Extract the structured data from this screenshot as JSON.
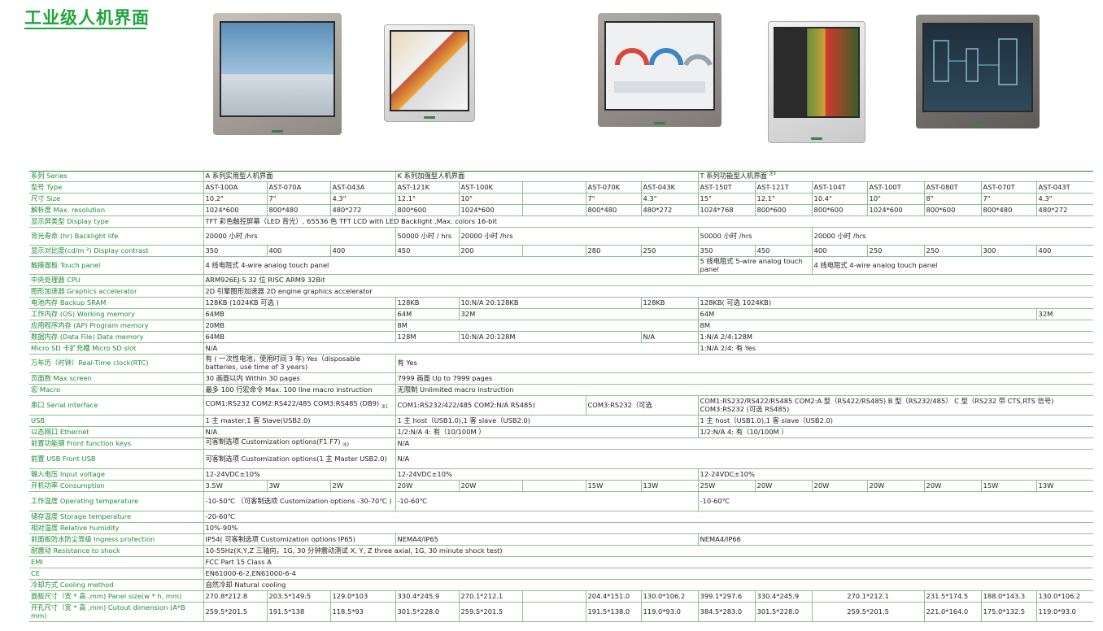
{
  "page_title": "工业级人机界面",
  "colors": {
    "accent": "#1ea43c",
    "label": "#1f8c35",
    "rule": "#8fbf8f"
  },
  "products": [
    {
      "name": "hmi-a-series-silver"
    },
    {
      "name": "hmi-k-series-white"
    },
    {
      "name": "hmi-k-series-gauges"
    },
    {
      "name": "hmi-t-series-white"
    },
    {
      "name": "hmi-t-series-dark"
    }
  ],
  "spec": {
    "series": {
      "label": "系列 Series",
      "a": "A 系列实用型人机界面",
      "k": "K 系列加强型人机界面",
      "t": "T 系列功能型人机界面",
      "t_note": "注3"
    },
    "type": {
      "label": "型号 Type",
      "vals": [
        "AST-100A",
        "AST-070A",
        "AST-043A",
        "AST-121K",
        "AST-100K",
        "",
        "AST-070K",
        "AST-043K",
        "AST-150T",
        "AST-121T",
        "AST-104T",
        "AST-100T",
        "AST-080T",
        "AST-070T",
        "AST-043T"
      ]
    },
    "size": {
      "label": "尺寸 Size",
      "vals": [
        "10.2\"",
        "7\"",
        "4.3\"",
        "12.1\"",
        "10\"",
        "",
        "7\"",
        "4.3\"",
        "15\"",
        "12.1\"",
        "10.4\"",
        "10\"",
        "8\"",
        "7\"",
        "4.3\""
      ]
    },
    "resolution": {
      "label": "解析度 Max. resolution",
      "vals": [
        "1024*600",
        "800*480",
        "480*272",
        "800*600",
        "1024*600",
        "",
        "800*480",
        "480*272",
        "1024*768",
        "800*600",
        "800*600",
        "1024*600",
        "800*600",
        "800*480",
        "480*272"
      ]
    },
    "display": {
      "label": "显示屏类型 Display type",
      "val": "TFT 彩色触控屏幕（LED 背光）, 65536 色   TFT LCD with LED Backlight ,Max. colors 16-bit"
    },
    "backlight": {
      "label": "背光寿命 (hr) Backlight life",
      "a": "20000 小时 /hrs",
      "k1": "50000 小时 / hrs",
      "k2": "20000 小时 /hrs",
      "t1": "50000 小时 /hrs",
      "t2": "20000 小时 /hrs"
    },
    "contrast": {
      "label": "显示对比度(cd/m ²) Display contrast",
      "vals": [
        "350",
        "400",
        "400",
        "450",
        "200",
        "",
        "280",
        "250",
        "350",
        "450",
        "400",
        "250",
        "250",
        "300",
        "400"
      ]
    },
    "touch": {
      "label": "触摸面板 Touch panel",
      "a": "4 线电阻式  4-wire analog touch panel",
      "t1": "5 线电阻式  5-wire analog touch panel",
      "t2": "4 线电阻式 4-wire analog touch panel"
    },
    "cpu": {
      "label": "中央处理器 CPU",
      "val": "ARM926EJ-S  32 位     RISC ARM9 32Bit"
    },
    "gfx": {
      "label": "图形加速器 Graphics accelerator",
      "val": "2D 引擎图形加速器  2D engine graphics accelerator"
    },
    "sram": {
      "label": "电池内存 Backup SRAM",
      "a": "128KB (1024KB 可选 )",
      "k1": "128KB",
      "k2": "10:N/A   20:128KB",
      "k3": "128KB",
      "t": "128KB( 可选 1024KB)"
    },
    "os_mem": {
      "label": "工作内存 (OS) Working memory",
      "a": "64MB",
      "k1": "64M",
      "k2": "32M",
      "t": "64M",
      "t_last": "32M"
    },
    "ap_mem": {
      "label": "应用程序内存 (AP) Program memory",
      "a": "20MB",
      "k": "8M",
      "t": "8M"
    },
    "data_mem": {
      "label": "数据内存 (Data File) Data memory",
      "a": "64MB",
      "k1": "128M",
      "k2": "10:N/A   20:128M",
      "k3": "N/A",
      "t": "1:N/A   2/4:128M"
    },
    "sd": {
      "label": "Micro SD 卡扩充槽 Micro SD slot",
      "a": "N/A",
      "t": "1:N/A   2/4: 有 Yes"
    },
    "rtc": {
      "label": "万年历（时钟）Real-Time clock(RTC)",
      "a": "有 ( 一次性电池，使用时间 3 年) Yes（disposable batteries, use time of 3 years)",
      "k": "有 Yes"
    },
    "screens": {
      "label": "页面数 Max screen",
      "a": "30 画面以内 Within 30 pages",
      "k": "7999 画面 Up to 7999 pages"
    },
    "macro": {
      "label": "宏 Macro",
      "a": "最多 100 行宏命令 Max. 100 line macro instruction",
      "k": "无限制 Unlimited macro instruction"
    },
    "serial": {
      "label": "串口 Serial interface",
      "a": "COM1:RS232 COM2:RS422/485 COM3:RS485 (DB9)",
      "a_note": "注1",
      "k1": "COM1:RS232/422/485  COM2:N/A RS485)",
      "k2": "COM3:RS232（可选",
      "t": "COM1:RS232/RS422/RS485  COM2:A 型（RS422/RS485)         B 型（RS232/485）  C 型（RS232 带 CTS,RTS 信号)    COM3:RS232    (可选 RS485)"
    },
    "usb": {
      "label": "USB",
      "a": "1 主 master,1 客 Slave(USB2.0)",
      "k": "1 主 host（USB1.0),1 客 slave（USB2.0)",
      "t": "1 主 host（USB1.0),1 客 slave（USB2.0)"
    },
    "ethernet": {
      "label": "以态网口 Ethernet",
      "a": "N/A",
      "k": "1/2:N/A   4: 有（10/100M  ）",
      "t": "1/2:N/A   4: 有（10/100M  ）"
    },
    "fkeys": {
      "label": "前置功能键 Front function keys",
      "a": " 可客制选项 Customization options(F1   F7)",
      "a_note": "注2",
      "k": "N/A"
    },
    "front_usb": {
      "label": "前置 USB Front USB",
      "a": "可客制选项 Customization options(1 主 Master USB2.0)",
      "k": "N/A"
    },
    "voltage": {
      "label": "输入电压 Input voltage",
      "a": "12-24VDC±10%",
      "k": "12-24VDC±10%",
      "t": "12-24VDC±10%"
    },
    "consumption": {
      "label": "开机功率 Consumption",
      "vals": [
        "3.5W",
        "3W",
        "2W",
        "20W",
        "20W",
        "",
        "15W",
        "13W",
        "25W",
        "20W",
        "20W",
        "20W",
        "20W",
        "15W",
        "13W"
      ]
    },
    "op_temp": {
      "label": "工作温度 Operating temperature",
      "a": "-10-50℃ （可客制选项 Customization options -30-70℃ )",
      "k": "-10-60℃",
      "t": "-10-60℃"
    },
    "st_temp": {
      "label": "储存温度 Storage temperature",
      "a": "-20-60℃"
    },
    "humidity": {
      "label": "相对湿度 Relative humidity",
      "a": "10%-90%"
    },
    "ingress": {
      "label": "前面板防水防尘等级 Ingress protection",
      "a": "IP54( 可客制选项 Customization options IP65)",
      "k": "NEMA4/IP65",
      "t": "NEMA4/IP66"
    },
    "shock": {
      "label": " 耐震动 Resistance to shock",
      "val": "10-55Hz(X,Y,Z 三轴向，1G, 30 分钟震动测试 X, Y, Z three axial, 1G, 30 minute shock test)"
    },
    "emi": {
      "label": "EMI",
      "val": "FCC Part 15 Class A"
    },
    "ce": {
      "label": "CE",
      "val": "EN61000-6-2,EN61000-6-4"
    },
    "cooling": {
      "label": "冷却方式 Cooling method",
      "val": "自然冷却 Natural cooling"
    },
    "panel_size": {
      "label": "面板尺寸（宽 * 高 ,mm) Panel size(w * h, mm)",
      "vals": [
        "270.8*212.8",
        "203.5*149.5",
        "129.0*103",
        "330.4*245.9",
        "270.1*212.1",
        "",
        "204.4*151.0",
        "130.0*106.2",
        "399.1*297.6",
        "330.4*245.9",
        "270.1*212.1",
        "",
        "231.5*174.5",
        "188.0*143.3",
        "130.0*106.2"
      ]
    },
    "cutout": {
      "label": "开孔尺寸（宽 * 高 ,mm) Cutout dimension (A*B mm)",
      "vals": [
        "259.5*201.5",
        "191.5*138",
        "118.5*93",
        "301.5*228.0",
        "259.5*201.5",
        "",
        "191.5*138.0",
        "119.0*93.0",
        "384.5*283.0",
        "301.5*228.0",
        "259.5*201.5",
        "",
        "221.0*164.0",
        "175.0*132.5",
        "119.0*93.0"
      ]
    }
  }
}
